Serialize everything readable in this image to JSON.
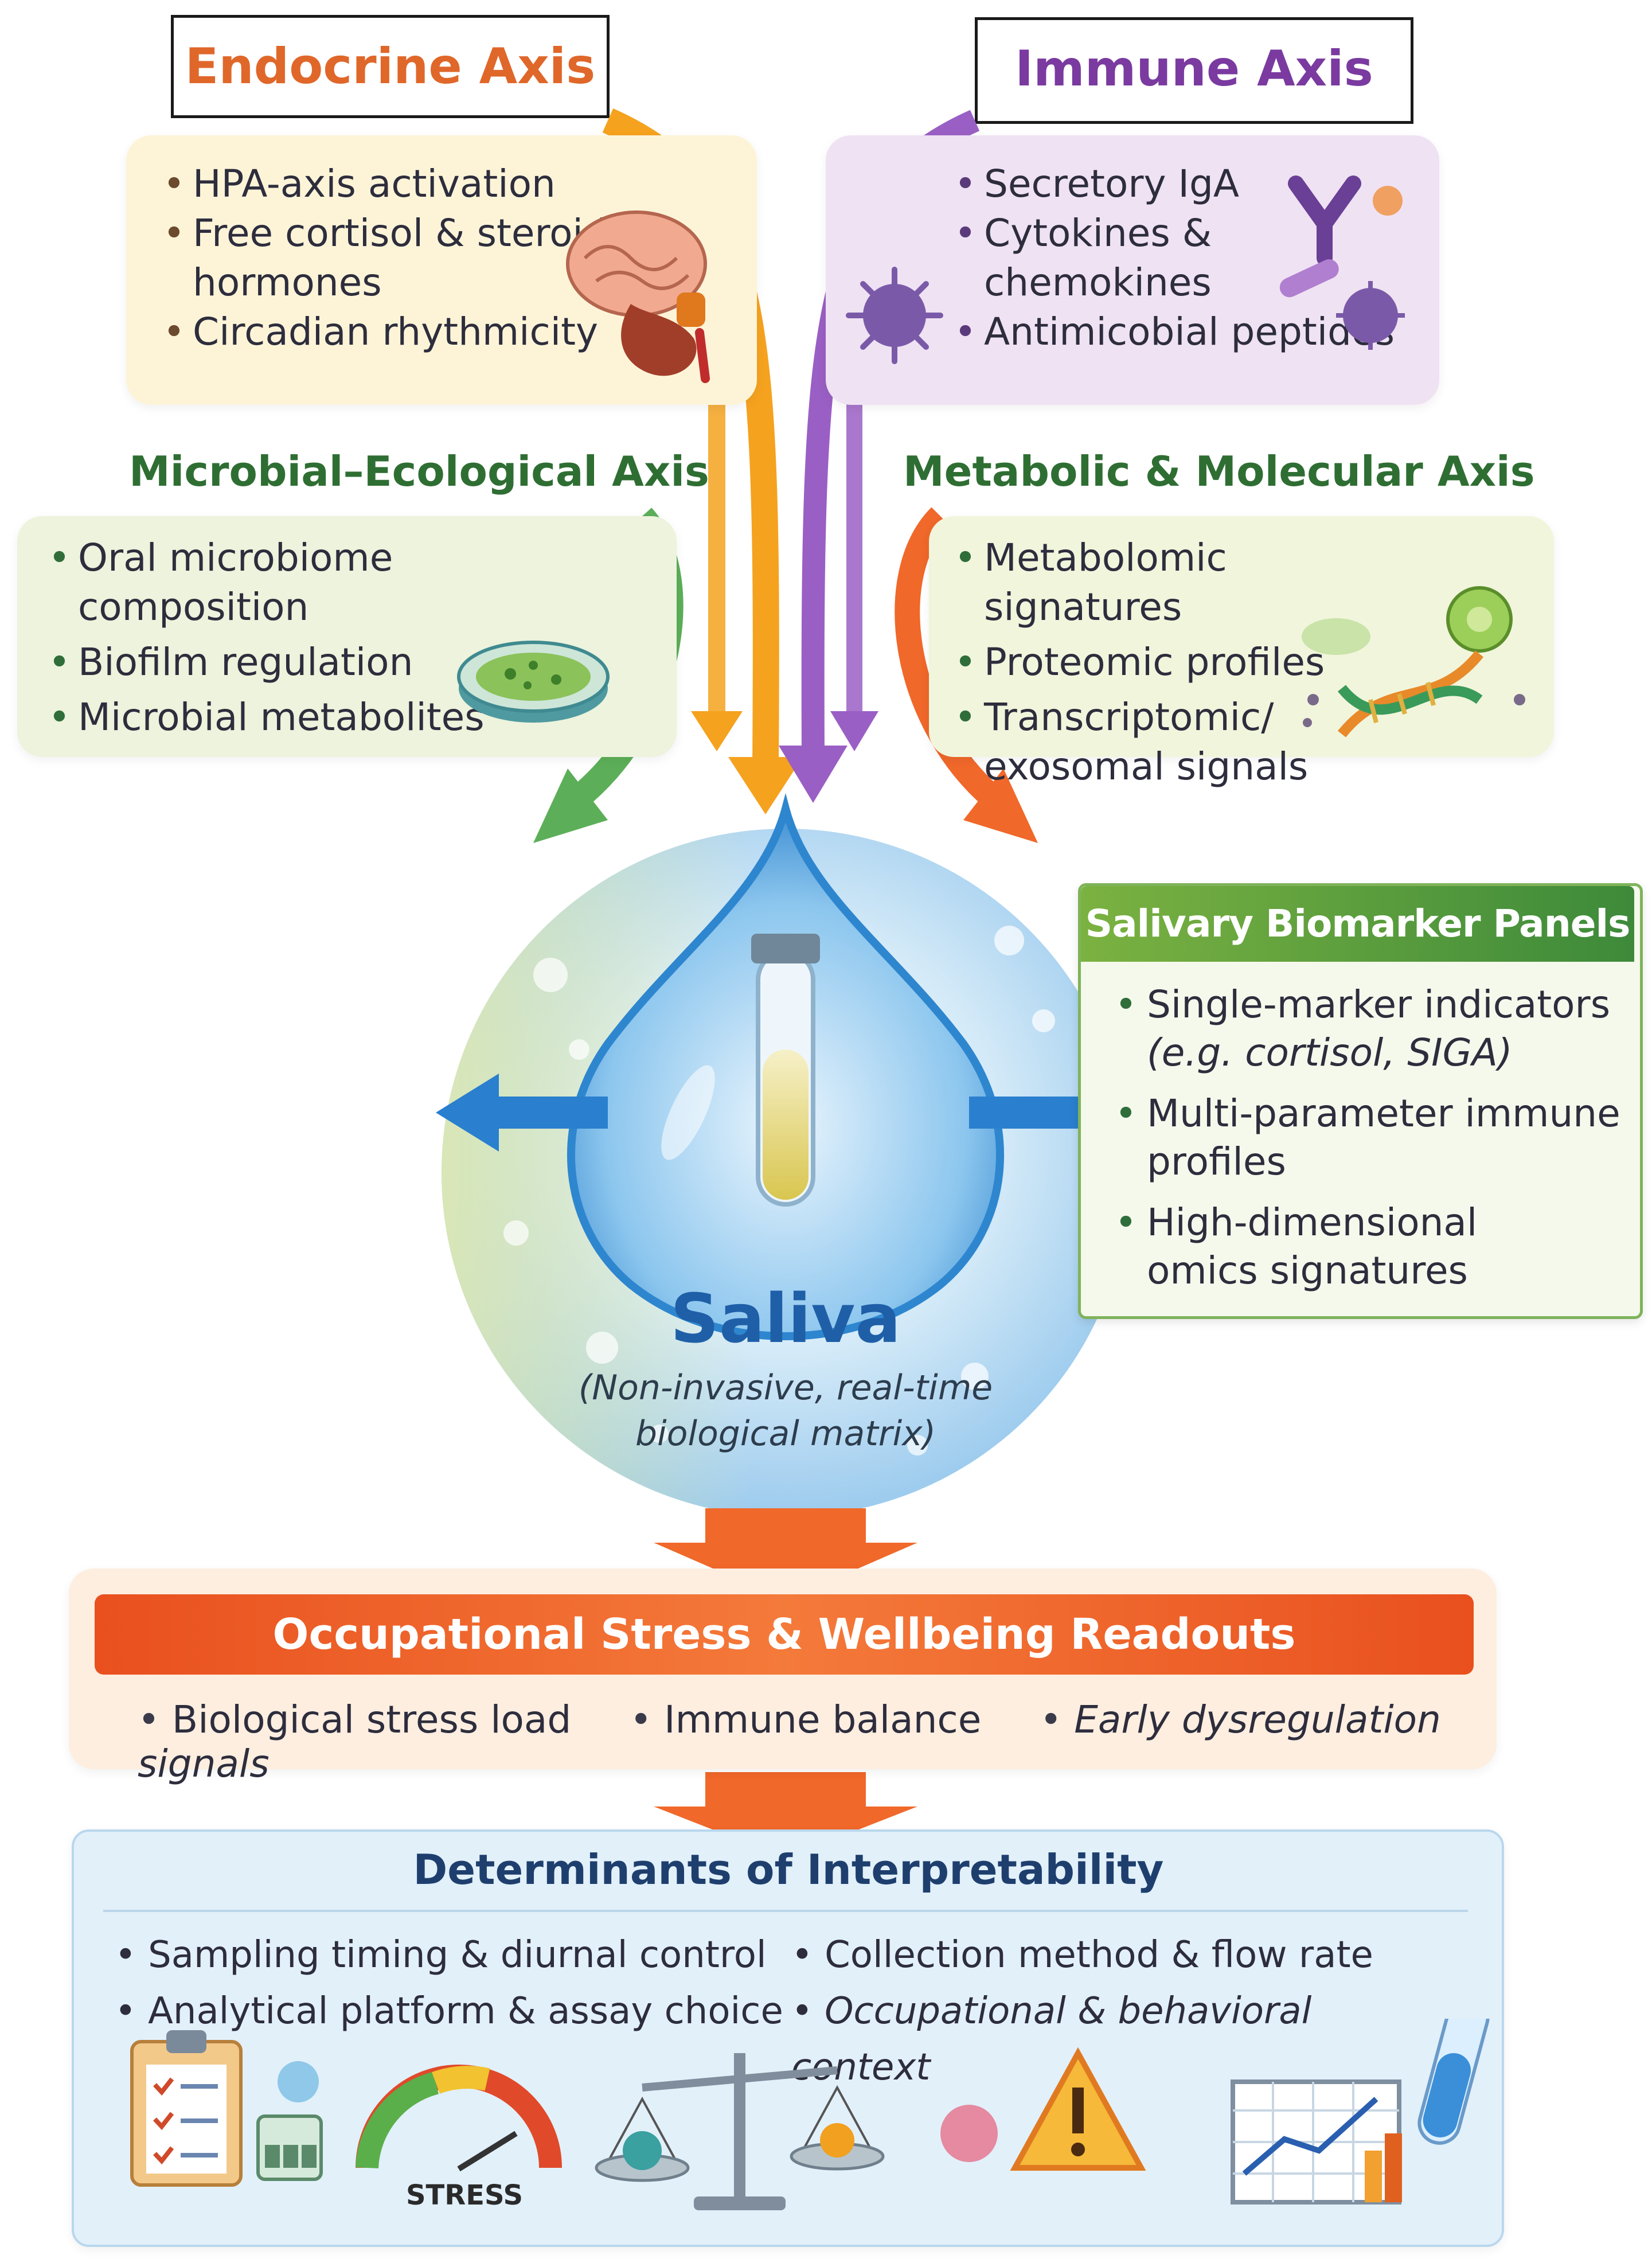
{
  "endocrine": {
    "title": "Endocrine Axis",
    "items": [
      "HPA-axis activation",
      "Free cortisol & steroid",
      "hormones",
      "Circadian rhythmicity"
    ]
  },
  "immune": {
    "title": "Immune Axis",
    "items": [
      "Secretory IgA",
      "Cytokines &",
      "chemokines",
      "Antimicobial peptides"
    ]
  },
  "microbial": {
    "title": "Microbial–Ecological Axis",
    "items": [
      "Oral microbiome composition",
      "Biofilm regulation",
      "Microbial metabolites"
    ]
  },
  "metabolic": {
    "title": "Metabolic & Molecular Axis",
    "items": [
      "Metabolomic signatures",
      "Proteomic profiles",
      "Transcriptomic/",
      "exosomal signals"
    ]
  },
  "panels": {
    "title": "Salivary Biomarker Panels",
    "items": [
      "Single-marker indicators",
      "(e.g. cortisol, SIGA)",
      "Multi-parameter immune",
      "profiles",
      "High-dimensional",
      "omics signatures"
    ]
  },
  "saliva": {
    "title": "Saliva",
    "subtitle_line1": "(Non-invasive, real-time",
    "subtitle_line2": "biological matrix)"
  },
  "readouts": {
    "title": "Occupational Stress & Wellbeing Readouts",
    "items": [
      "Biological stress load",
      "Immune balance",
      "Early dysregulation signals"
    ]
  },
  "determinants": {
    "title": "Determinants of Interpretability",
    "items_left": [
      "Sampling timing & diurnal control",
      "Analytical platform & assay choice"
    ],
    "items_right": [
      "Collection method & flow rate",
      "Occupational & behavioral context"
    ],
    "gauge_label": "STRESS"
  },
  "colors": {
    "endocrine": "#e0672a",
    "immune": "#7a3aa0",
    "axis_green": "#2f6e33",
    "orange_arrow": "#f5a21f",
    "purple_arrow": "#9a5fc4",
    "green_arrow": "#5caf58",
    "red_orange_arrow": "#f0682a",
    "saliva_blue": "#1f5fa8",
    "readout_bar": "#ea5b22",
    "determinants_title": "#1e3f6e"
  }
}
